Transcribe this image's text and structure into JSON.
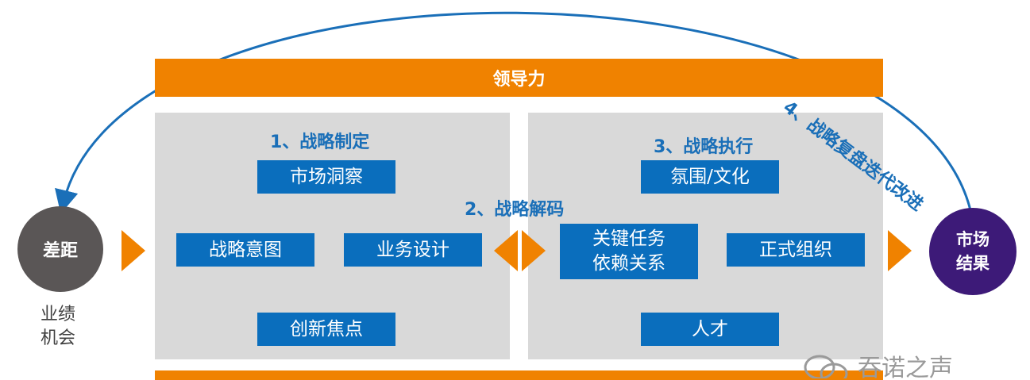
{
  "leadership_bar": "领导力",
  "panel1": {
    "title": "1、战略制定",
    "top": "市场洞察",
    "left": "战略意图",
    "right": "业务设计",
    "bottom": "创新焦点"
  },
  "decode_label": "2、战略解码",
  "panel3": {
    "title": "3、战略执行",
    "top": "氛围/文化",
    "left_line1": "关键任务",
    "left_line2": "依赖关系",
    "right": "正式组织",
    "bottom": "人才"
  },
  "gap": {
    "circle": "差距",
    "sub_line1": "业绩",
    "sub_line2": "机会"
  },
  "result": {
    "line1": "市场",
    "line2": "结果"
  },
  "iteration_label": "4、战略复盘迭代改进",
  "watermark": "吞诺之声",
  "colors": {
    "orange": "#f08200",
    "blue": "#0a6ebd",
    "title_blue": "#1a6fb8",
    "gap_gray": "#5a5656",
    "result_purple": "#3d1a78"
  },
  "icons": [
    "wechat-watermark-icon"
  ]
}
